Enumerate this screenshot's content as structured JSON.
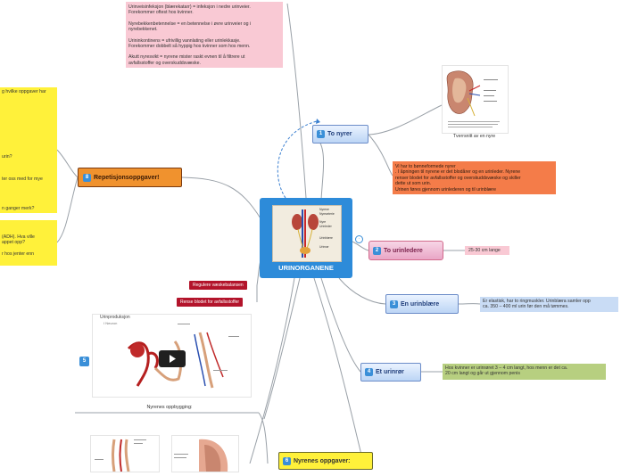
{
  "center": {
    "title": "URINORGANENE"
  },
  "topics": [
    {
      "num": "1",
      "label": "To nyrer"
    },
    {
      "num": "2",
      "label": "To urinledere"
    },
    {
      "num": "3",
      "label": "En urinblære"
    },
    {
      "num": "4",
      "label": "Et urinrør"
    },
    {
      "num": "5",
      "label": ""
    },
    {
      "num": "6",
      "label": "Nyrenes oppgaver:"
    },
    {
      "num": "8",
      "label": "Repetisjonsoppgaver!"
    }
  ],
  "definitions": {
    "l1": "Urinveisinfeksjon (blærekatarr) = infeksjon i nedre urinveier.",
    "l2": "Forekommer oftest hos kvinner.",
    "l3": "Nyrebekkenbetennelse = en betennelse i øvre urinveier og i",
    "l4": "nyrebekkenet.",
    "l5": "Urininkontinens = ufrivillig vannlating eller urinlekkasje.",
    "l6": "Forekommer dobbelt så hyppig hos kvinner som hos menn.",
    "l7": "Akutt nyresvikt =  nyrene mister raskt evnen til å filtrere ut",
    "l8": "avfallsstoffer og overskuddsvæske."
  },
  "kidney_image_caption": "Tverrsnitt av en nyre",
  "kidney_info": {
    "l1": "Vi har to bønneformede nyrer",
    "l2": ". I åpningen til nyrene er det blodårer og en urinleder. Nyrene",
    "l3": "renser blodet for avfallsstoffer og overskuddsvæske og skiller",
    "l4": "dette ut som urin.",
    "l5": "Urinen føres gjennom urinlederen og til urinblære"
  },
  "ureter_note": "25-30 cm lange",
  "bladder_note": {
    "l1": "Er elastisk, har to ringmuskler. Urinblæra samler opp",
    "l2": "ca. 350 – 400 ml urin før den må tømmes."
  },
  "urethra_note": {
    "l1": "Hos kvinner er urinrøret 3 – 4 cm langt, hos menn er det ca.",
    "l2": "20 cm langt og går ut gjennom penis"
  },
  "tasks": [
    "Regulere væskebalansen",
    "Rense blodet for avfallsstoffer"
  ],
  "video_title": "Urinproduksjon",
  "video_subtitle": "I Neuron",
  "build_caption": "Nyrenes oppbygging:",
  "repetition_lines": {
    "l1": "g hvilke oppgaver har",
    "l2": "urin?",
    "l3": "ter oss med for mye",
    "l4": "n ganger merk?",
    "l5": "(ADH). Hva ville",
    "l6": "appet opp?",
    "l7": "r hos jenter enn"
  },
  "center_labels": [
    "Nyrene",
    "Nyrearterie",
    "Nyre",
    "Urinleder",
    "Urinblære",
    "Urinrør"
  ],
  "colors": {
    "pink_note": "#f9c9d4",
    "yellow_note": "#fff13a",
    "orange_note": "#f47c49",
    "blue_note": "#c9dcf5",
    "green_note": "#b7cf80",
    "center_bg": "#2d8bd9",
    "red_tag": "#b3142b"
  }
}
